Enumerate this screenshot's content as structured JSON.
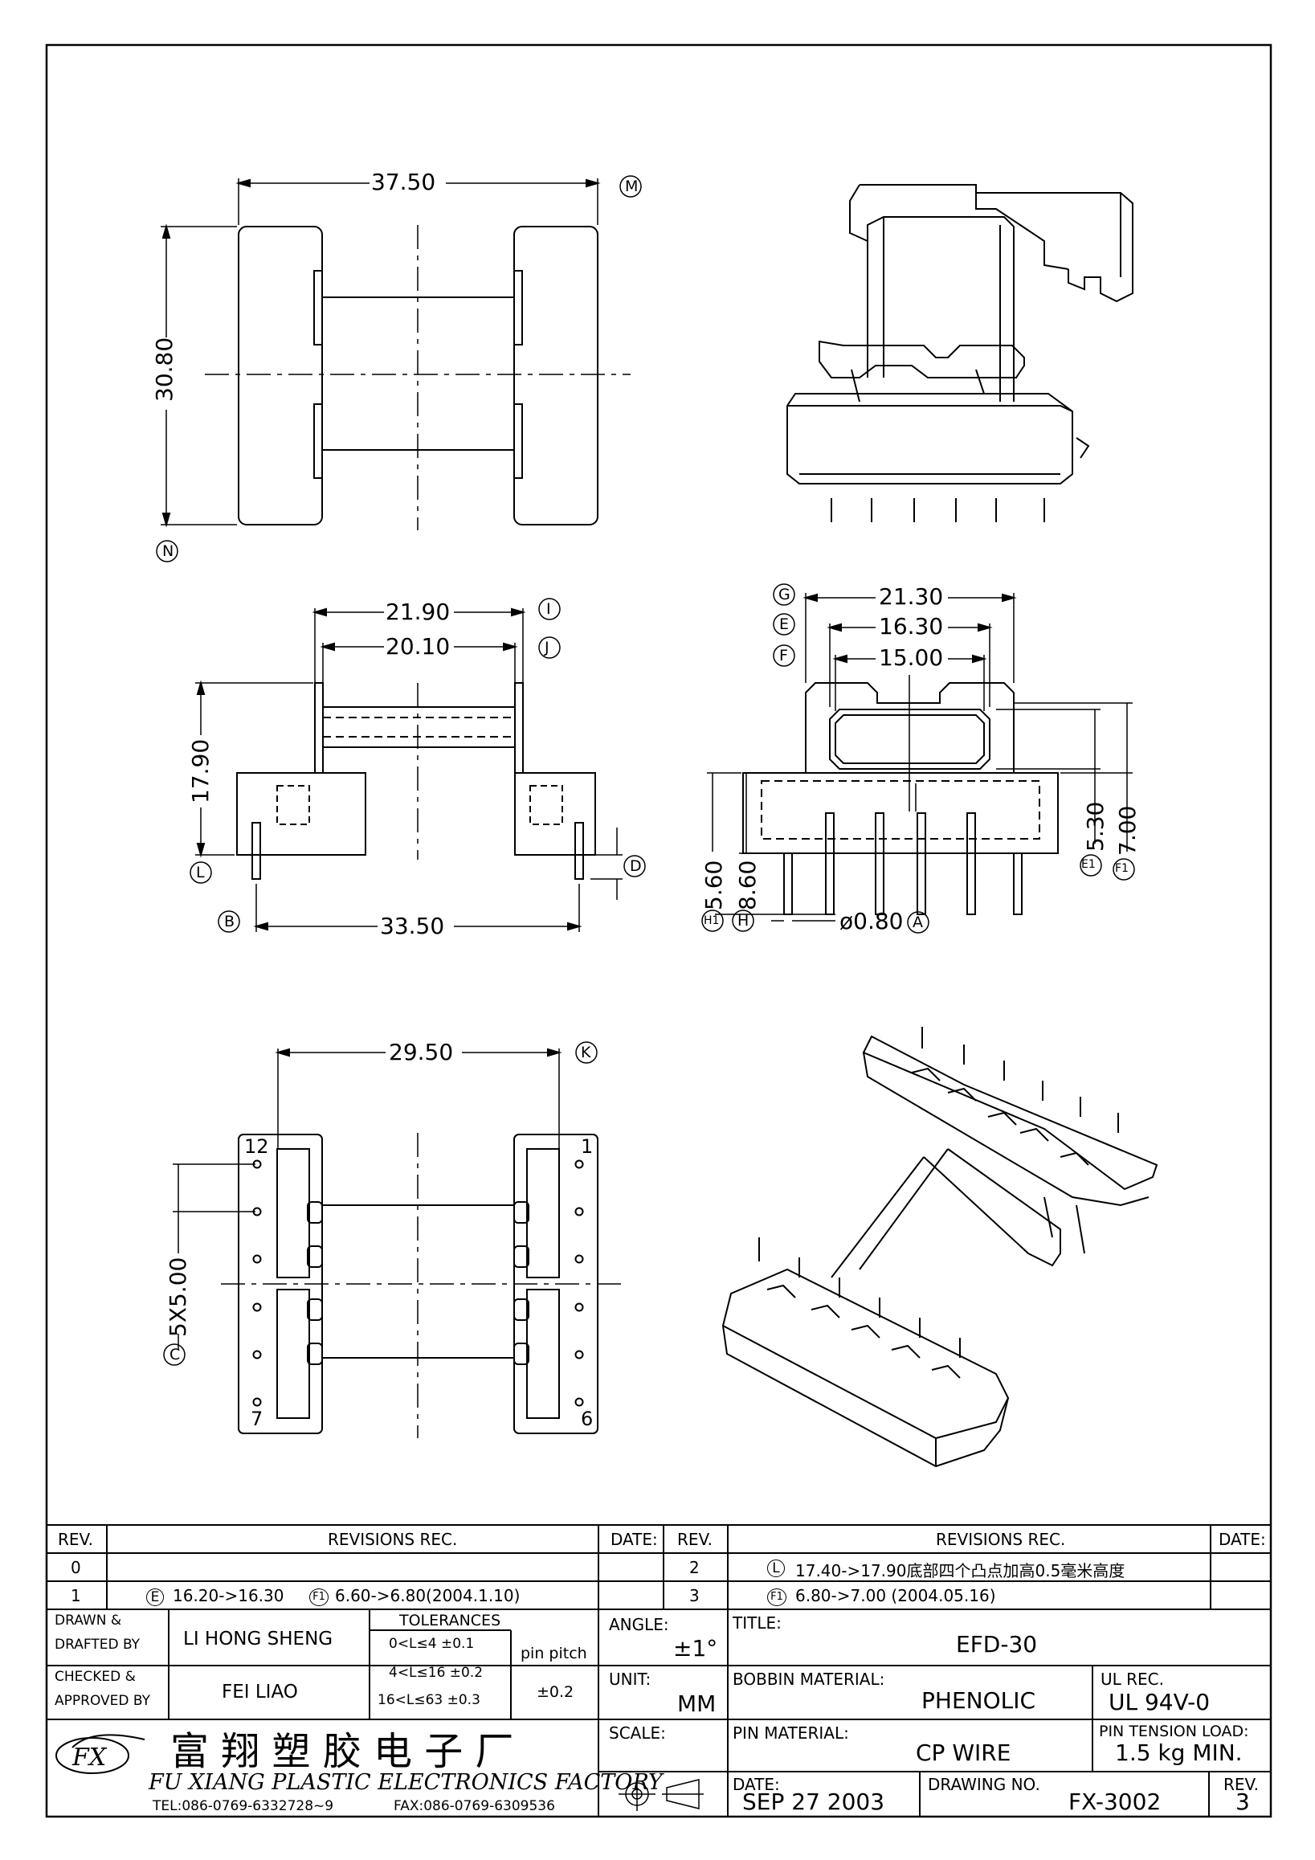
{
  "views": {
    "top": {
      "width": "37.50",
      "height": "30.80",
      "label_m": "M",
      "label_n": "N"
    },
    "front": {
      "w1": "21.90",
      "w2": "20.10",
      "h": "17.90",
      "pins": "33.50",
      "label_i": "I",
      "label_j": "J",
      "label_l": "L",
      "label_b": "B",
      "label_d": "D"
    },
    "side": {
      "g": "21.30",
      "e": "16.30",
      "f": "15.00",
      "h1": "5.30",
      "h2": "7.00",
      "v1": "5.60",
      "v2": "8.60",
      "pin_d": "ø0.80",
      "label_g": "G",
      "label_e": "E",
      "label_f": "F",
      "label_e1": "E1",
      "label_f1": "F1",
      "label_h1": "H1",
      "label_h": "H",
      "label_a": "A"
    },
    "bottom": {
      "width": "29.50",
      "pitch": "5X5.00",
      "label_k": "K",
      "label_c": "C",
      "pin12": "12",
      "pin1": "1",
      "pin7": "7",
      "pin6": "6"
    }
  },
  "title_block": {
    "rev_header": "REV.",
    "revisions_header": "REVISIONS   REC.",
    "date_header": "DATE:",
    "rows": [
      {
        "rev": "0",
        "tag": "",
        "text": ""
      },
      {
        "rev": "1",
        "tag1": "E",
        "text1": "16.20->16.30",
        "tag2": "F1",
        "text2": "6.60->6.80(2004.1.10)"
      },
      {
        "rev": "2",
        "tag": "L",
        "text": "17.40->17.90底部四个凸点加高0.5毫米高度"
      },
      {
        "rev": "3",
        "tag": "F1",
        "text": "6.80->7.00  (2004.05.16)"
      }
    ],
    "drawn_label": "DRAWN &\nDRAFTED BY",
    "drawn_1": "DRAWN &",
    "drawn_2": "DRAFTED BY",
    "drawn_by": "LI HONG SHENG",
    "checked_1": "CHECKED &",
    "checked_2": "APPROVED BY",
    "checked_by": "FEI LIAO",
    "tolerances_header": "TOLERANCES",
    "tol_1": "0<L≤4    ±0.1",
    "tol_2": "4<L≤16  ±0.2",
    "tol_3": "16<L≤63  ±0.3",
    "pin_pitch_label": "pin pitch",
    "pin_pitch_value": "±0.2",
    "angle_label": "ANGLE:",
    "angle_value": "±1°",
    "unit_label": "UNIT:",
    "unit_value": "MM",
    "scale_label": "SCALE:",
    "title_label": "TITLE:",
    "title_value": "EFD-30",
    "bobbin_label": "BOBBIN MATERIAL:",
    "bobbin_value": "PHENOLIC",
    "ul_label": "UL REC.",
    "ul_value": "UL 94V-0",
    "pin_label": "PIN MATERIAL:",
    "pin_value": "CP WIRE",
    "tension_label": "PIN TENSION LOAD:",
    "tension_value": "1.5 kg MIN.",
    "date_label": "DATE:",
    "date_value": "SEP 27 2003",
    "drawing_label": "DRAWING NO.",
    "drawing_value": "FX-3002",
    "rev_label": "REV.",
    "rev_value": "3",
    "company_cn": "富 翔 塑 胶 电 子 厂",
    "company_en": "FU XIANG PLASTIC ELECTRONICS FACTORY",
    "tel": "TEL:086-0769-6332728~9",
    "fax": "FAX:086-0769-6309536",
    "logo": "FX"
  }
}
